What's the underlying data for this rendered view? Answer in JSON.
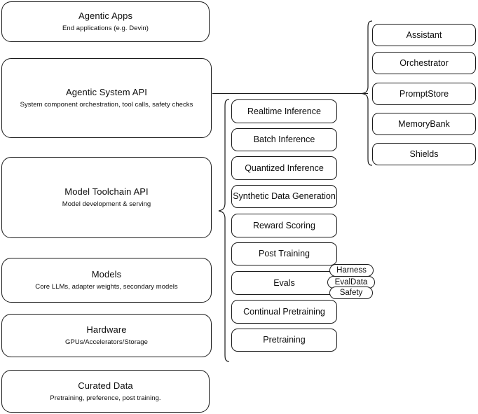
{
  "diagram": {
    "title": "Agentic stack layered architecture",
    "stroke_color": "#1a1a1a",
    "background_color": "#ffffff",
    "text_color": "#0d0d0d",
    "layers": [
      {
        "id": "agentic-apps",
        "title": "Agentic Apps",
        "subtitle": "End applications (e.g. Devin)"
      },
      {
        "id": "agentic-system-api",
        "title": "Agentic System API",
        "subtitle": "System component orchestration, tool calls, safety checks"
      },
      {
        "id": "model-toolchain-api",
        "title": "Model Toolchain API",
        "subtitle": "Model development & serving"
      },
      {
        "id": "models",
        "title": "Models",
        "subtitle": "Core LLMs, adapter weights, secondary models"
      },
      {
        "id": "hardware",
        "title": "Hardware",
        "subtitle": "GPUs/Accelerators/Storage"
      },
      {
        "id": "curated-data",
        "title": "Curated Data",
        "subtitle": "Pretraining, preference, post training."
      }
    ],
    "toolchain_capabilities": [
      {
        "id": "realtime-inference",
        "title": "Realtime Inference"
      },
      {
        "id": "batch-inference",
        "title": "Batch Inference"
      },
      {
        "id": "quantized-inference",
        "title": "Quantized Inference"
      },
      {
        "id": "synthetic-data-generation",
        "title": "Synthetic Data Generation"
      },
      {
        "id": "reward-scoring",
        "title": "Reward Scoring"
      },
      {
        "id": "post-training",
        "title": "Post Training"
      },
      {
        "id": "evals",
        "title": "Evals"
      },
      {
        "id": "continual-pretraining",
        "title": "Continual Pretraining"
      },
      {
        "id": "pretraining",
        "title": "Pretraining"
      }
    ],
    "eval_badges": [
      {
        "id": "harness",
        "title": "Harness"
      },
      {
        "id": "evaldata",
        "title": "EvalData"
      },
      {
        "id": "safety",
        "title": "Safety"
      }
    ],
    "system_components": [
      {
        "id": "assistant",
        "title": "Assistant"
      },
      {
        "id": "orchestrator",
        "title": "Orchestrator"
      },
      {
        "id": "promptstore",
        "title": "PromptStore"
      },
      {
        "id": "memorybank",
        "title": "MemoryBank"
      },
      {
        "id": "shields",
        "title": "Shields"
      }
    ]
  }
}
